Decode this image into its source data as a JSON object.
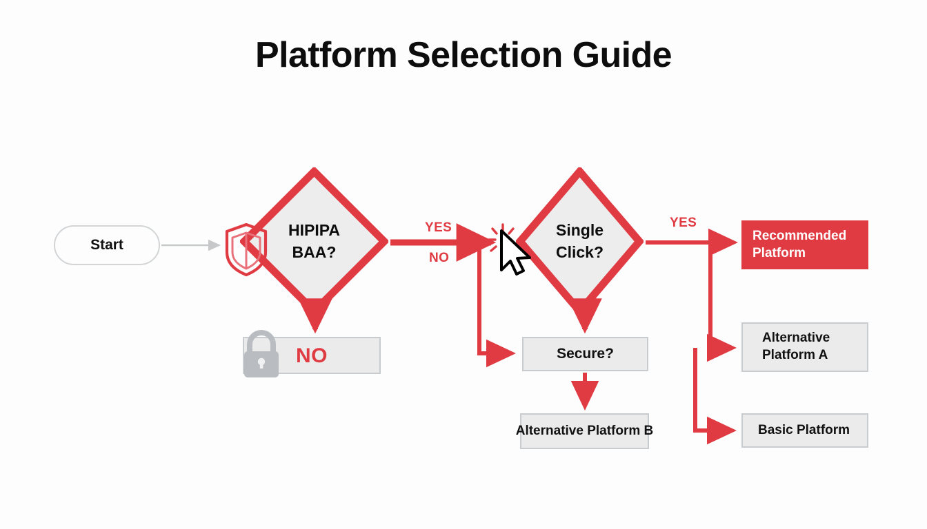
{
  "page": {
    "title": "Platform Selection Guide",
    "background_color": "#fdfdfd"
  },
  "colors": {
    "accent_red": "#e03b43",
    "box_gray_fill": "#ebebeb",
    "box_gray_border": "#c9cccf",
    "lock_gray": "#b9bdc1",
    "start_border": "#d2d4d6",
    "text_dark": "#0d0d0d",
    "start_arrow_gray": "#c6c8ca"
  },
  "nodes": {
    "start": {
      "label": "Start",
      "shape": "pill"
    },
    "decision_hipaa": {
      "label": "HIPIPA\nBAA?",
      "line1": "HIPIPA",
      "line2": "BAA?",
      "shape": "diamond"
    },
    "decision_single_click": {
      "label": "Single\nClick?",
      "line1": "Single",
      "line2": "Click?",
      "shape": "diamond"
    },
    "result_no": {
      "label": "NO",
      "shape": "rect",
      "style": "gray"
    },
    "step_secure": {
      "label": "Secure?",
      "shape": "rect",
      "style": "gray"
    },
    "result_alt_b": {
      "label": "Alternative Platform B",
      "shape": "rect",
      "style": "gray"
    },
    "result_recommended": {
      "line1": "Recommended",
      "line2": "Platform",
      "label": "Recommended Platform",
      "shape": "rect",
      "style": "red"
    },
    "result_alt_a": {
      "line1": "Alternative",
      "line2": "Platform A",
      "label": "Alternative Platform A",
      "shape": "rect",
      "style": "gray"
    },
    "result_basic": {
      "label": "Basic Platform",
      "shape": "rect",
      "style": "gray"
    }
  },
  "edges": [
    {
      "from": "start",
      "to": "decision_hipaa",
      "label": "",
      "color": "#c6c8ca"
    },
    {
      "from": "decision_hipaa",
      "to": "decision_single_click",
      "label": "YES",
      "color": "#e03b43"
    },
    {
      "from": "decision_hipaa",
      "to": "step_secure",
      "label": "NO",
      "color": "#e03b43"
    },
    {
      "from": "decision_hipaa",
      "to": "result_no",
      "label": "",
      "color": "#e03b43"
    },
    {
      "from": "decision_single_click",
      "to": "result_recommended",
      "label": "YES",
      "color": "#e03b43"
    },
    {
      "from": "decision_single_click",
      "to": "step_secure",
      "label": "",
      "color": "#e03b43"
    },
    {
      "from": "step_secure",
      "to": "result_alt_b",
      "label": "",
      "color": "#e03b43"
    },
    {
      "from": "decision_single_click",
      "to": "result_alt_a",
      "label": "",
      "color": "#e03b43"
    },
    {
      "from": "decision_single_click",
      "to": "result_basic",
      "label": "",
      "color": "#e03b43"
    }
  ],
  "edge_labels": {
    "yes_hipaa": "YES",
    "no_hipaa": "NO",
    "yes_single_click": "YES"
  },
  "icons": {
    "shield": "shield-icon",
    "lock": "lock-icon",
    "cursor": "cursor-pointer-icon",
    "click_burst": "click-burst-icon"
  }
}
